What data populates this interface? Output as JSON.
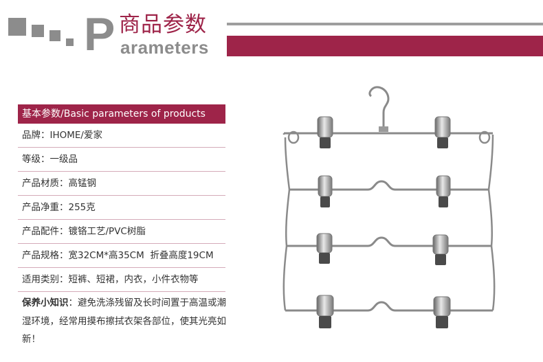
{
  "header": {
    "big_letter": "P",
    "title_cn": "商品参数",
    "title_en": "arameters"
  },
  "section": {
    "title": "基本参数/Basic parameters of products"
  },
  "params": [
    {
      "label": "品牌",
      "value": "IHOME/爱家"
    },
    {
      "label": "等级",
      "value": "一级品"
    },
    {
      "label": "产品材质",
      "value": "高锰钢"
    },
    {
      "label": "产品净重",
      "value": "255克"
    },
    {
      "label": "产品配件",
      "value": "镀铬工艺/PVC树脂"
    },
    {
      "label": "产品规格",
      "value": "宽32CM*高35CM  折叠高度19CM"
    },
    {
      "label": "适用类别",
      "value": "短裤、短裙，内衣，小件衣物等"
    }
  ],
  "separator": "：",
  "care": {
    "title": "保养小知识",
    "text": "避免洗涤残留及长时间置于高温或潮湿环境，经常用摸布擦拭衣架各部位，使其光亮如新！"
  },
  "colors": {
    "brand": "#9e2449",
    "gray": "#8c8c8c"
  },
  "product_image": "chrome-pants-hanger-with-clips"
}
